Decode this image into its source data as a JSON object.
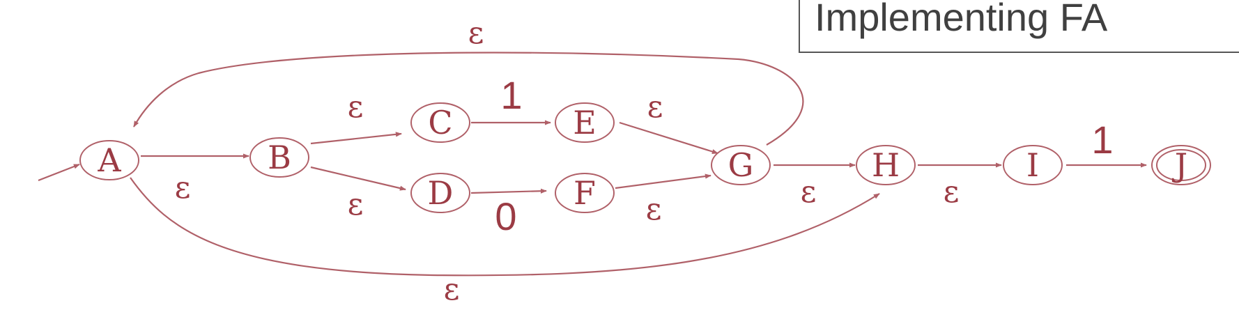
{
  "title": "Implementing FA",
  "colors": {
    "stroke": "#b06068",
    "text": "#9b3b44"
  },
  "states": [
    {
      "id": "A",
      "label": "A",
      "accepting": false,
      "start": true
    },
    {
      "id": "B",
      "label": "B",
      "accepting": false
    },
    {
      "id": "C",
      "label": "C",
      "accepting": false
    },
    {
      "id": "D",
      "label": "D",
      "accepting": false
    },
    {
      "id": "E",
      "label": "E",
      "accepting": false
    },
    {
      "id": "F",
      "label": "F",
      "accepting": false
    },
    {
      "id": "G",
      "label": "G",
      "accepting": false
    },
    {
      "id": "H",
      "label": "H",
      "accepting": false
    },
    {
      "id": "I",
      "label": "I",
      "accepting": false
    },
    {
      "id": "J",
      "label": "J",
      "accepting": true
    }
  ],
  "transitions": [
    {
      "from": "A",
      "to": "B",
      "label": "ε"
    },
    {
      "from": "B",
      "to": "C",
      "label": "ε"
    },
    {
      "from": "B",
      "to": "D",
      "label": "ε"
    },
    {
      "from": "C",
      "to": "E",
      "label": "1"
    },
    {
      "from": "D",
      "to": "F",
      "label": "0"
    },
    {
      "from": "E",
      "to": "G",
      "label": "ε"
    },
    {
      "from": "F",
      "to": "G",
      "label": "ε"
    },
    {
      "from": "G",
      "to": "A",
      "label": "ε"
    },
    {
      "from": "G",
      "to": "H",
      "label": "ε"
    },
    {
      "from": "A",
      "to": "H",
      "label": "ε"
    },
    {
      "from": "H",
      "to": "I",
      "label": "ε"
    },
    {
      "from": "I",
      "to": "J",
      "label": "1"
    }
  ]
}
